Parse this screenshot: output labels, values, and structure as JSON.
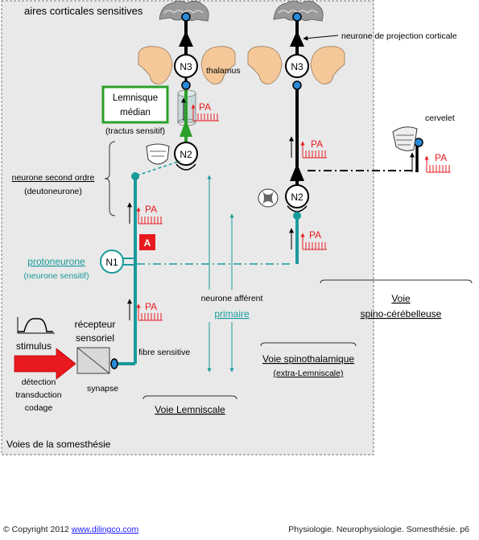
{
  "diagram": {
    "title": "aires corticales sensitives",
    "panel_label": "Voies de la somesthésie",
    "labels": {
      "thalamus": "thalamus",
      "projection": "neurone de projection corticale",
      "cervelet": "cervelet",
      "lemnisque1": "Lemnisque",
      "lemnisque2": "médian",
      "tractus": "(tractus sensitif)",
      "second_order1": "neurone second ordre",
      "second_order2": "(deutoneurone)",
      "protoneurone": "protoneurone",
      "neurone_sensitif": "(neurone sensitif)",
      "afferent1": "neurone afférent",
      "afferent2": "primaire",
      "recepteur1": "récepteur",
      "recepteur2": "sensoriel",
      "fibre": "fibre sensitive",
      "synapse": "synapse",
      "stimulus": "stimulus",
      "detection": "détection",
      "transduction": "transduction",
      "codage": "codage",
      "voie_lemniscale": "Voie Lemniscale",
      "voie_spino1": "Voie spinothalamique",
      "voie_spino2": "(extra-Lemniscale)",
      "voie_cereb1": "Voie",
      "voie_cereb2": "spino-cérébelleuse",
      "marker_a": "A",
      "pa": "PA"
    },
    "nodes": {
      "n1": "N1",
      "n2": "N2",
      "n3": "N3"
    },
    "colors": {
      "teal": "#1a9a9a",
      "red": "#e8191f",
      "green": "#2aa02a",
      "thalamus_fill": "#f5c89a",
      "panel_bg": "#e9e9e9"
    }
  },
  "footer": {
    "copyright": "© Copyright 2012",
    "link": "www.dilingco.com",
    "right": "Physiologie. Neurophysiologie. Somesthésie. p6"
  }
}
